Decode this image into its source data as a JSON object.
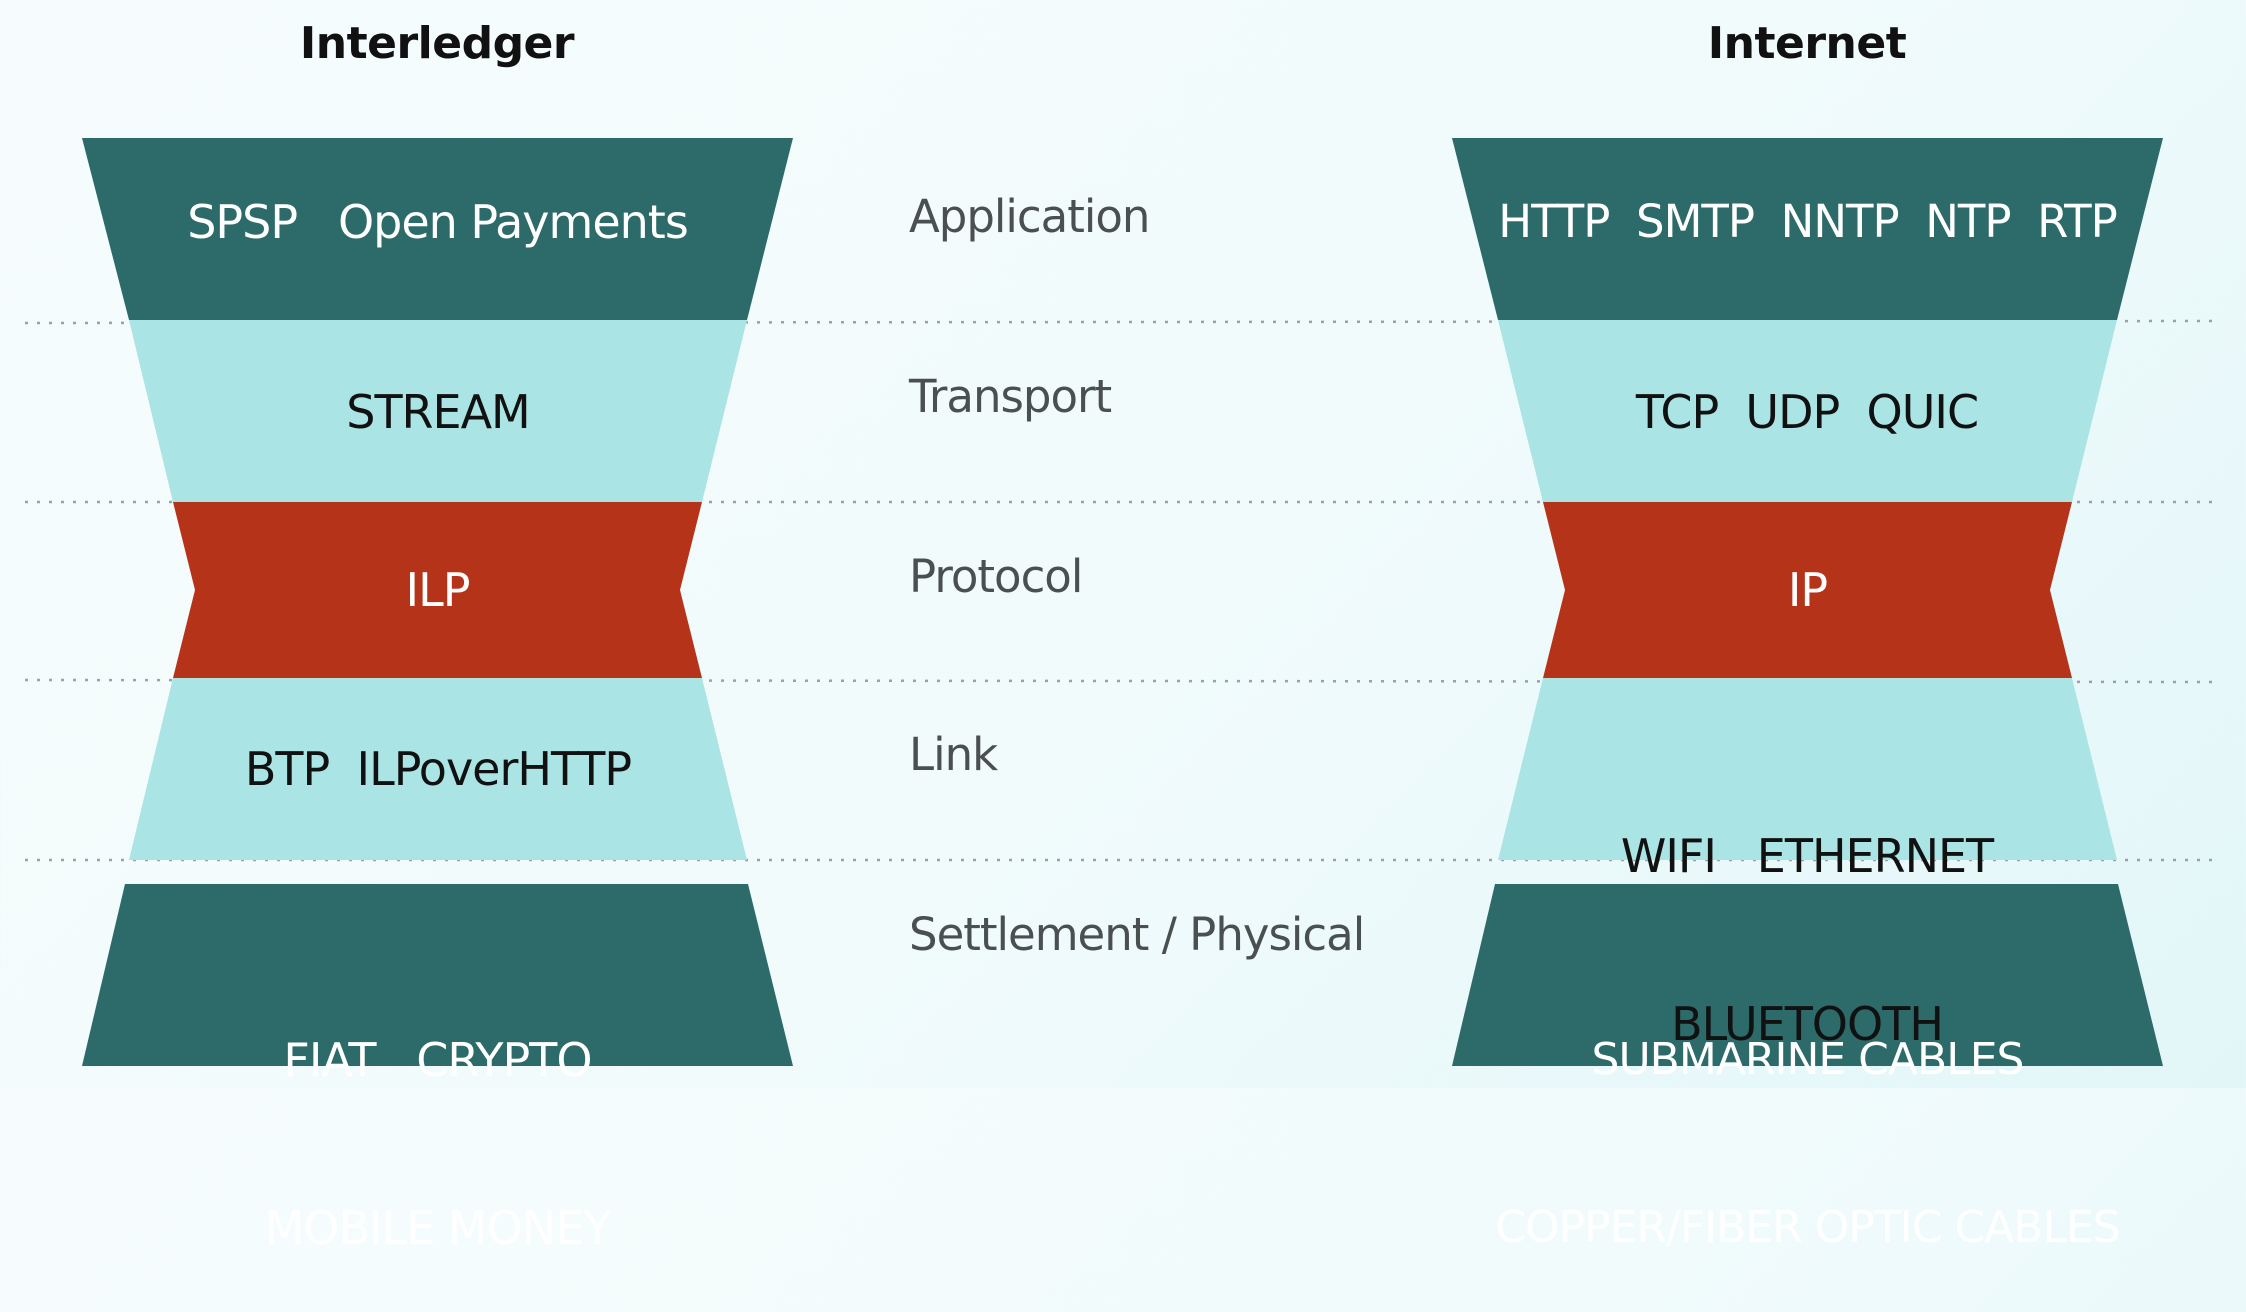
{
  "titles": {
    "left": "Interledger",
    "right": "Internet"
  },
  "layers": [
    "Application",
    "Transport",
    "Protocol",
    "Link",
    "Settlement / Physical"
  ],
  "interledger": {
    "application": "SPSP   Open Payments",
    "transport": "STREAM",
    "protocol": "ILP",
    "link": "BTP  ILPoverHTTP",
    "settlement": [
      "FIAT   CRYPTO",
      "MOBILE MONEY"
    ]
  },
  "internet": {
    "application": "HTTP  SMTP  NNTP  NTP  RTP",
    "transport": "TCP  UDP  QUIC",
    "protocol": "IP",
    "link": [
      "WIFI   ETHERNET",
      "BLUETOOTH"
    ],
    "settlement": [
      "SUBMARINE CABLES",
      "COPPER/FIBER OPTIC CABLES"
    ]
  },
  "colors": {
    "dark_teal": "#2d6a6a",
    "light_teal": "#aae4e4",
    "red": "#b53319",
    "divider": "#9aa3a3"
  }
}
